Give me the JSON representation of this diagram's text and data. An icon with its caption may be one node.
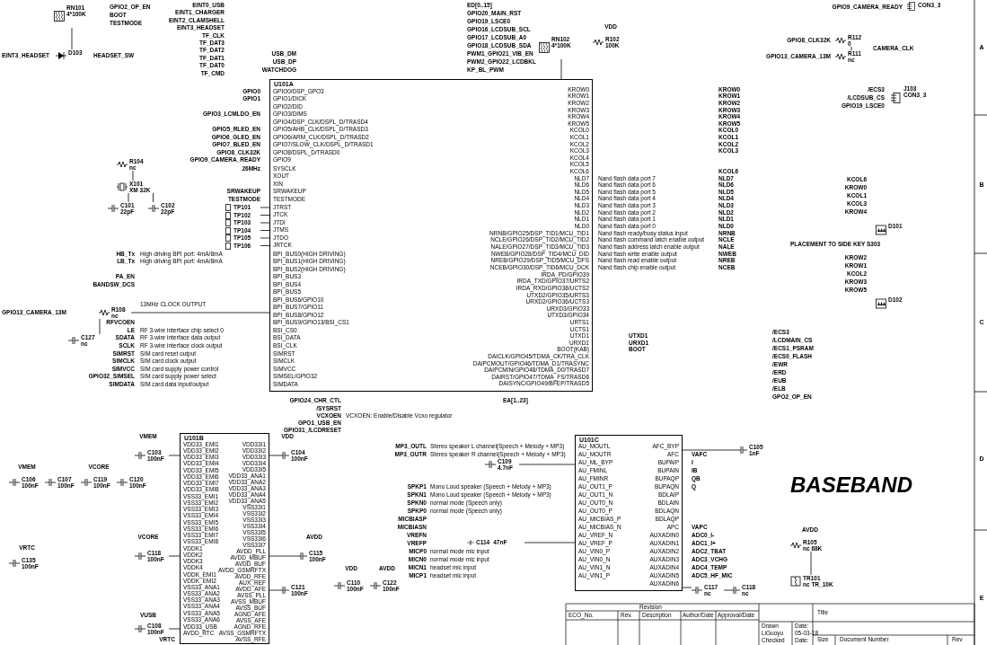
{
  "diagram": {
    "nodes": [
      {
        "text": [
          "U101A"
        ]
      },
      {
        "text": [
          "U101B"
        ]
      },
      {
        "text": [
          "U101C"
        ]
      },
      {
        "text": [
          "RN101",
          "4*100K"
        ]
      },
      {
        "text": [
          "D103"
        ]
      },
      {
        "text": [
          "R104",
          "nc"
        ]
      },
      {
        "text": [
          "X101",
          "XM 32K"
        ]
      },
      {
        "text": [
          "C101",
          "22pF"
        ]
      },
      {
        "text": [
          "C102",
          "22pF"
        ]
      },
      {
        "text": [
          "TP101"
        ]
      },
      {
        "text": [
          "TP102"
        ]
      },
      {
        "text": [
          "TP103"
        ]
      },
      {
        "text": [
          "TP104"
        ]
      },
      {
        "text": [
          "TP105"
        ]
      },
      {
        "text": [
          "TP106"
        ]
      },
      {
        "text": [
          "R108",
          "nc"
        ]
      },
      {
        "text": [
          "C127",
          "nc"
        ]
      },
      {
        "text": [
          "RN102",
          "4*100K"
        ]
      },
      {
        "text": [
          "R102",
          "100K"
        ]
      },
      {
        "text": [
          "R112",
          "0"
        ]
      },
      {
        "text": [
          "R111",
          "nc"
        ]
      },
      {
        "text": [
          "J103",
          "CON3_3"
        ]
      },
      {
        "text": [
          "D101"
        ]
      },
      {
        "text": [
          "D102"
        ]
      },
      {
        "text": [
          "C103",
          "100nF"
        ]
      },
      {
        "text": [
          "C104",
          "100nF"
        ]
      },
      {
        "text": [
          "C106",
          "100nF"
        ]
      },
      {
        "text": [
          "C107",
          "100nF"
        ]
      },
      {
        "text": [
          "C119",
          "100nF"
        ]
      },
      {
        "text": [
          "C120",
          "100nF"
        ]
      },
      {
        "text": [
          "C135",
          "100nF"
        ]
      },
      {
        "text": [
          "C118",
          "100nF"
        ]
      },
      {
        "text": [
          "C115",
          "100nF"
        ]
      },
      {
        "text": [
          "C121",
          "100nF"
        ]
      },
      {
        "text": [
          "C108",
          "100nF"
        ]
      },
      {
        "text": [
          "C110",
          "100nF"
        ]
      },
      {
        "text": [
          "C122",
          "100nF"
        ]
      },
      {
        "text": [
          "C109",
          "4.7nF"
        ]
      },
      {
        "text": [
          "C114",
          "47nF"
        ]
      },
      {
        "text": [
          "C105",
          "1nF"
        ]
      },
      {
        "text": [
          "C117",
          "nc"
        ]
      },
      {
        "text": [
          "C118",
          "nc"
        ]
      },
      {
        "text": [
          "R105",
          "nc 68K"
        ]
      },
      {
        "text": [
          "TR101",
          "nc TR_10K"
        ]
      },
      {
        "text": [
          "CON3_3"
        ]
      }
    ],
    "edges": [
      {
        "from": 3,
        "to": 4,
        "arrow": "none"
      },
      {
        "from": 6,
        "to": 7,
        "arrow": "none"
      },
      {
        "from": 6,
        "to": 8,
        "arrow": "none"
      },
      {
        "from": 5,
        "to": 6,
        "arrow": "none"
      },
      {
        "from": 9,
        "to": 0,
        "arrow": "none"
      },
      {
        "from": 10,
        "to": 0,
        "arrow": "none"
      },
      {
        "from": 11,
        "to": 0,
        "arrow": "none"
      },
      {
        "from": 12,
        "to": 0,
        "arrow": "none"
      },
      {
        "from": 13,
        "to": 0,
        "arrow": "none"
      },
      {
        "from": 14,
        "to": 0,
        "arrow": "none"
      },
      {
        "from": 15,
        "to": 16,
        "arrow": "none"
      },
      {
        "from": 15,
        "to": 0,
        "arrow": "none"
      },
      {
        "from": 17,
        "to": 0,
        "arrow": "none"
      },
      {
        "from": 19,
        "to": 20,
        "arrow": "none"
      },
      {
        "from": 24,
        "to": 1,
        "arrow": "none"
      },
      {
        "from": 25,
        "to": 1,
        "arrow": "none"
      },
      {
        "from": 31,
        "to": 1,
        "arrow": "none"
      },
      {
        "from": 33,
        "to": 1,
        "arrow": "none"
      },
      {
        "from": 32,
        "to": 1,
        "arrow": "none"
      },
      {
        "from": 34,
        "to": 1,
        "arrow": "none"
      },
      {
        "from": 37,
        "to": 2,
        "arrow": "none"
      },
      {
        "from": 38,
        "to": 2,
        "arrow": "none"
      },
      {
        "from": 39,
        "to": 2,
        "arrow": "none"
      },
      {
        "from": 40,
        "to": 2,
        "arrow": "none"
      },
      {
        "from": 41,
        "to": 40,
        "arrow": "none"
      },
      {
        "from": 42,
        "to": 43,
        "arrow": "none"
      }
    ],
    "labels": [
      "EINT0_USB",
      "EINT1_CHARGER",
      "EINT2_CLAMSHELL",
      "EINT3_HEADSET",
      "TF_CLK",
      "TF_DAT3",
      "TF_DAT2",
      "TF_DAT1",
      "TF_DAT0",
      "TF_CMD",
      "USB_DM",
      "USB_DP",
      "WATCHDOG",
      "GPIO2_OP_EN",
      "BOOT",
      "TESTMODE",
      "EINT3_HEADSET",
      "HEADSET_SW",
      "GPIO0",
      "GPIO1",
      "GPIO3_LCMLDO_EN",
      "GPIO5_RLED_EN",
      "GPIO6_GLED_EN",
      "GPIO7_BLED_EN",
      "GPIO8_CLK32K",
      "GPIO9_CAMERA_READY",
      "26MHz",
      "SRWAKEUP",
      "TESTMODE",
      "HB_Tx",
      "LB_Tx",
      "PA_EN",
      "BANDSW_DCS",
      "RFVCOEN",
      "LE",
      "SDATA",
      "SCLK",
      "SIMRST",
      "SIMCLK",
      "SIMVCC",
      "GPIO32_SIMSEL",
      "SIMDATA",
      "High driving BPI port: 4mA/8mA",
      "High driving BPI port: 4mA/8mA",
      "13MHz CLOCK OUTPUT",
      "RF 3-wire interface chip select 0",
      "RF 3-wire interface data output",
      "RF 3-wire interface clock output",
      "SIM card reset output",
      "SIM card clock output",
      "SIM card supply power control",
      "SIM card supply power select",
      "SIM card data input/output",
      "GPIO13_CAMERA_13M",
      "GPIO0/DSP_GPO3",
      "GPIO1/DICK",
      "GPIO2/DID",
      "GPIO3/DIMS",
      "GPIO4/DSP_CLK/DSPL_D/TRASD4",
      "GPIO5/AHB_CLK/DSPL_D/TRASD3",
      "GPIO6/ARM_CLK/DSPL_D/TRASD2",
      "GPIO7/SLOW_CLK/DSPL_D/TRASD1",
      "GPIO8/DSPL_D/TRASD0",
      "GPIO9",
      "SYSCLK",
      "XOUT",
      "XIN",
      "SRWAKEUP",
      "TESTMODE",
      "JTRST",
      "JTCK",
      "JTDI",
      "JTMS",
      "JTDO",
      "JRTCK",
      "BPI_BUS0(HIGH DRIVING)",
      "BPI_BUS1(HIGH DRIVING)",
      "BPI_BUS2(HIGH DRIVING)",
      "BPI_BUS3",
      "BPI_BUS4",
      "BPI_BUS5",
      "BPI_BUS6/GPIO10",
      "BPI_BUS7/GPIO11",
      "BPI_BUS8/GPIO12",
      "BPI_BUS9/GPIO13/BSI_CS1",
      "BSI_CS0",
      "BSI_DATA",
      "BSI_CLK",
      "SIMRST",
      "SIMCLK",
      "SIMVCC",
      "SIMSEL/GPIO32",
      "SIMDATA",
      "ED[0..15]",
      "GPIO20_MAIN_RST",
      "GPIO19_LSCE0",
      "GPIO16_LCDSUB_SCL",
      "GPIO17_LCDSUB_A0",
      "GPIO18_LCDSUB_SDA",
      "PWM1_GPIO21_VIB_EN",
      "PWM2_GPIO22_LCDBKL",
      "KP_BL_PWM",
      "VDD",
      "KROW0",
      "KROW1",
      "KROW2",
      "KROW3",
      "KROW4",
      "KROW5",
      "KCOL0",
      "KCOL1",
      "KCOL2",
      "KCOL3",
      "KCOL4",
      "KCOL5",
      "KCOL6",
      "NLD7",
      "NLD6",
      "NLD5",
      "NLD4",
      "NLD3",
      "NLD2",
      "NLD1",
      "NLD0",
      "NRNB/GPIO25/DSP_TID1/MCU_TID1",
      "NCLE/GPIO26/DSP_TID2/MCU_TID2",
      "NALE/GPIO27/DSP_TID3/MCU_TID3",
      "NWEB/GPIO28/DSP_TID4/MCU_DID",
      "NREB/GPIO29/DSP_TID5/MCU_DFS",
      "NCEB/GPIO30/DSP_TID6/MCU_DCK",
      "IRDA_PD/GPIO39",
      "IRDA_TXD/GPIO37/URTS2",
      "IRDA_RXD/GPIO38/UCTS2",
      "UTXD2/GPIO35/URTS3",
      "URXD2/GPIO36/UCTS3",
      "URXD3/GPIO33",
      "UTXD3/GPIO34",
      "URTS1",
      "UCTS1",
      "UTXD1",
      "URXD1",
      "BOOT(KAB)",
      "DAICLK/GPIO45/TDMA_CK/TRA_CLK",
      "DAIPCMOUT/GPIO46/TDMA_D1/TRASYNC",
      "DAIPCMIN/GPIO48/TDMA_D0/TRASD7",
      "DAIRST/GPIO47/TDMA_FS/TRASD6",
      "DAISYNC/GPIO49/BFEP/TRASD5",
      "Nand flash data port 7",
      "Nand flash data port 6",
      "Nand flash data port 5",
      "Nand flash data port 4",
      "Nand flash data port 3",
      "Nand flash data port 2",
      "Nand flash data port 1",
      "Nand flash data port 0",
      "Nand flash ready/busy status input",
      "Nand flash command latch enable output",
      "Nand flash address latch enable output",
      "Nand flash write enable output",
      "Nand flash read enable output",
      "Nand flash chip enable output",
      "NLD7",
      "NLD6",
      "NLD5",
      "NLD4",
      "NLD3",
      "NLD2",
      "NLD1",
      "NLD0",
      "NRNB",
      "NCLE",
      "NALE",
      "NWEB",
      "NREB",
      "NCEB",
      "UTXD1",
      "URXD1",
      "BOOT",
      "KROW0",
      "KROW1",
      "KROW2",
      "KROW3",
      "KROW4",
      "KROW5",
      "KCOL0",
      "KCOL1",
      "KCOL2",
      "KCOL3",
      "KCOL6",
      "GPIO9_CAMERA_READY",
      "GPIO8_CLK32K",
      "GPIO13_CAMERA_13M",
      "CAMERA_CLK",
      "/ECS3",
      "/LCDSUB_CS",
      "GPIO19_LSCE0",
      "KCOL6",
      "KROW0",
      "KCOL1",
      "KCOL3",
      "KROW4",
      "PLACEMENT TO SIDE KEY S303",
      "KROW2",
      "KROW1",
      "KCOL2",
      "KROW3",
      "KROW5",
      "A",
      "B",
      "C",
      "D",
      "E",
      "GPIO24_CHR_CTL",
      "/SYSRST",
      "VCXOEN",
      "GPO1_USB_EN",
      "GPIO31_/LCDRESET",
      "VCXOEN: Enable/Disable Vcxo regulator",
      "EA[1..23]",
      "/ECS3",
      "/LCDMAIN_CS",
      "/ECS1_PSRAM",
      "/ECS0_FLASH",
      "/EWR",
      "/ERD",
      "/EUB",
      "/ELB",
      "GPO2_OP_EN",
      "VMEM",
      "VDD",
      "VMEM",
      "VCORE",
      "VRTC",
      "VCORE",
      "AVDD",
      "VDD",
      "AVDD",
      "VUSB",
      "VRTC",
      "VDD33_EMI1",
      "VDD33_EMI2",
      "VDD33_EMI3",
      "VDD33_EMI4",
      "VDD33_EMI5",
      "VDD33_EMI6",
      "VDD33_EMI7",
      "VDD33_EMI8",
      "VSS33_EMI1",
      "VSS33_EMI2",
      "VSS33_EMI3",
      "VSS33_EMI4",
      "VSS33_EMI5",
      "VSS33_EMI6",
      "VSS33_EMI7",
      "VSS33_EMI8",
      "VDDK1",
      "VDDK2",
      "VDDK3",
      "VDDK4",
      "VDDK_EMI1",
      "VDDK_EMI2",
      "VSS33_ANA1",
      "VSS33_ANA2",
      "VSS33_ANA3",
      "VSS33_ANA4",
      "VSS33_ANA5",
      "VSS33_ANA6",
      "VDD33_USB",
      "AVDD_RTC",
      "VDD33I1",
      "VDD33I2",
      "VDD33I3",
      "VDD33I4",
      "VDD33I5",
      "VDD33_ANA1",
      "VDD33_ANA2",
      "VDD33_ANA3",
      "VDD33_ANA4",
      "VDD33_ANA5",
      "VSS33I1",
      "VSS33I2",
      "VSS33I3",
      "VSS33I4",
      "VSS33I5",
      "VSS33I6",
      "VSS33I7",
      "AVDD_PLL",
      "AVDD_MBUF",
      "AVDD_BUF",
      "AVDD_GSMRFTX",
      "AVDD_RFE",
      "AUX_REF",
      "AVDD_AFE",
      "AVSS_PLL",
      "AVSS_MBUF",
      "AVSS_BUF",
      "AGND_AFE",
      "AVSS_AFE",
      "AGND_RFE",
      "AVSS_GSMRFTX",
      "AVSS_RFE",
      "MP3_OUTL",
      "MP3_OUTR",
      "SPKP1",
      "SPKN1",
      "SPKN0",
      "SPKP0",
      "MICBIASP",
      "MICBIASN",
      "VREFN",
      "VREFP",
      "MICP0",
      "MICN0",
      "MICN1",
      "MICP1",
      "Stereo speaker L channel(Speech + Melody + MP3)",
      "Stereo speaker R channel(Speech + Melody + MP3)",
      "Mono Loud speaker (Speech + Melody + MP3)",
      "Mono Loud speaker (Speech + Melody + MP3)",
      "normal mode (Speech only)",
      "normal mode (Speech only)",
      "normal mode mic input",
      "normal mode mic input",
      "headset mic input",
      "headset mic input",
      "AU_MOUTL",
      "AU_MOUTR",
      "AU_ML_BYP",
      "AU_FMINL",
      "AU_FMINR",
      "AU_OUT1_P",
      "AU_OUT1_N",
      "AU_OUT0_N",
      "AU_OUT0_P",
      "AU_MICBIAS_P",
      "AU_MICBIAS_N",
      "AU_VREF_N",
      "AU_VREF_P",
      "AU_VIN0_P",
      "AU_VIN0_N",
      "AU_VIN1_N",
      "AU_VIN1_P",
      "AFC_BYP",
      "AFC",
      "BUPAIP",
      "BUPAIN",
      "BUPAQP",
      "BUPAQN",
      "BDLAIP",
      "BDLAIN",
      "BDLAQN",
      "BDLAQP",
      "APC",
      "AUXADIN0",
      "AUXADIN1",
      "AUXADIN2",
      "AUXADIN3",
      "AUXADIN4",
      "AUXADIN5",
      "AUXADIN6",
      "VAFC",
      "I",
      "IB",
      "QB",
      "Q",
      "VAPC",
      "ADC0_I-",
      "ADC1_I+",
      "ADC2_TBAT",
      "ADC3_VCHG",
      "ADC4_TEMP",
      "ADC5_HF_MIC",
      "AVDD",
      "BASEBAND",
      "Revision",
      "ECO_No.",
      "Rev.",
      "Description",
      "Author/Date",
      "Approval/Date",
      "Drawn",
      "LiGuoyu",
      "Date:",
      "05-03-18",
      "Checked",
      "Date:",
      "Title",
      "Size",
      "Document Number",
      "Rev"
    ]
  }
}
